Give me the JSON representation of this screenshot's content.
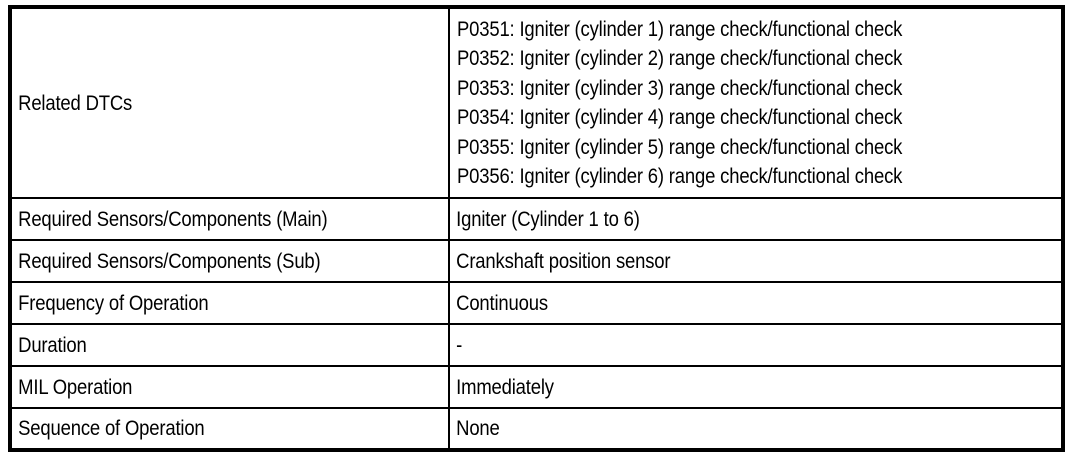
{
  "table": {
    "rows": [
      {
        "label": "Related DTCs",
        "type": "list",
        "values": [
          "P0351: Igniter (cylinder 1) range check/functional check",
          "P0352: Igniter (cylinder 2) range check/functional check",
          "P0353: Igniter (cylinder 3) range check/functional check",
          "P0354: Igniter (cylinder 4) range check/functional check",
          "P0355: Igniter (cylinder 5) range check/functional check",
          "P0356: Igniter (cylinder 6) range check/functional check"
        ]
      },
      {
        "label": "Required Sensors/Components (Main)",
        "type": "text",
        "value": "Igniter (Cylinder 1 to 6)"
      },
      {
        "label": "Required Sensors/Components (Sub)",
        "type": "text",
        "value": "Crankshaft position sensor"
      },
      {
        "label": "Frequency of Operation",
        "type": "text",
        "value": "Continuous"
      },
      {
        "label": "Duration",
        "type": "text",
        "value": "-"
      },
      {
        "label": "MIL Operation",
        "type": "text",
        "value": "Immediately"
      },
      {
        "label": "Sequence of Operation",
        "type": "text",
        "value": "None"
      }
    ]
  },
  "colors": {
    "border": "#000000",
    "text": "#000000",
    "background": "#ffffff"
  }
}
